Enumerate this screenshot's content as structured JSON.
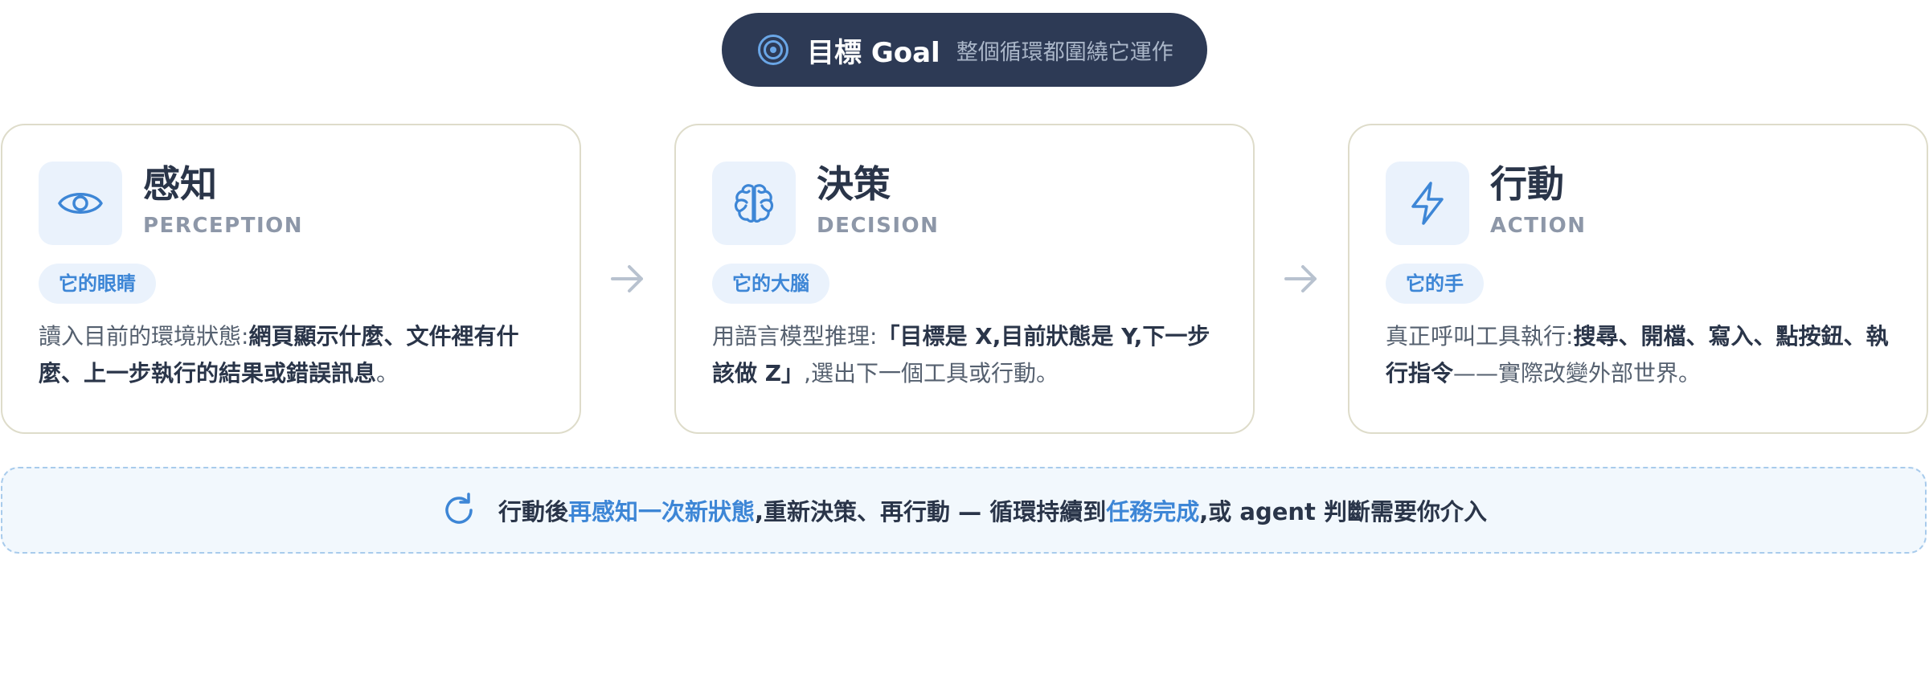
{
  "goal": {
    "icon": "target-icon",
    "title": "目標 Goal",
    "subtitle": "整個循環都圍繞它運作"
  },
  "steps": [
    {
      "icon": "eye-icon",
      "title": "感知",
      "subtitle": "PERCEPTION",
      "tag": "它的眼睛",
      "body": {
        "prefix": "讀入目前的環境狀態:",
        "bold": "網頁顯示什麼、文件裡有什麼、上一步執行的結果或錯誤訊息",
        "suffix": "。"
      }
    },
    {
      "icon": "brain-icon",
      "title": "決策",
      "subtitle": "DECISION",
      "tag": "它的大腦",
      "body": {
        "prefix": "用語言模型推理:",
        "bold": "「目標是 X,目前狀態是 Y,下一步該做 Z」",
        "suffix": ",選出下一個工具或行動。"
      }
    },
    {
      "icon": "lightning-icon",
      "title": "行動",
      "subtitle": "ACTION",
      "tag": "它的手",
      "body": {
        "prefix": "真正呼叫工具執行:",
        "bold": "搜尋、開檔、寫入、點按鈕、執行指令",
        "suffix": "——實際改變外部世界。"
      }
    }
  ],
  "arrows": [
    "arrow-right-icon",
    "arrow-right-icon"
  ],
  "loop": {
    "icon": "refresh-icon",
    "part1": "行動後",
    "highlight1": "再感知一次新狀態",
    "part2": ",重新決策、再行動 — 循環持續到",
    "highlight2": "任務完成",
    "part3": ",或 agent 判斷需要你介入"
  },
  "colors": {
    "accent": "#3d86d6",
    "dark": "#2d3a55",
    "card_border": "#dedcca",
    "icon_bg": "#eaf2fc",
    "arrow": "#b8c2cf"
  }
}
